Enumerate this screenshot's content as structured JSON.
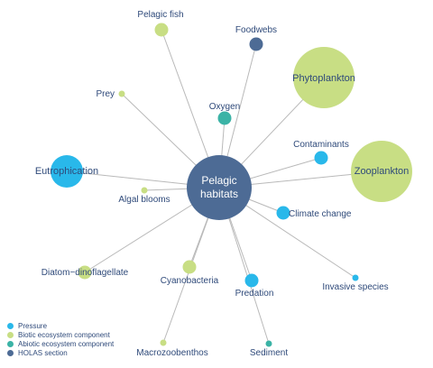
{
  "categories": {
    "pressure": {
      "label": "Pressure",
      "color": "#29b8ea"
    },
    "biotic": {
      "label": "Biotic ecosystem component",
      "color": "#c8de84"
    },
    "abiotic": {
      "label": "Abiotic ecosystem component",
      "color": "#3bb3a6"
    },
    "holas": {
      "label": "HOLAS section",
      "color": "#4d6b95"
    }
  },
  "center": {
    "line1": "Pelagic",
    "line2": "habitats",
    "category": "holas"
  },
  "nodes": [
    {
      "id": "pelagic-fish",
      "label": "Pelagic fish",
      "category": "biotic",
      "size": "small"
    },
    {
      "id": "foodwebs",
      "label": "Foodwebs",
      "category": "holas",
      "size": "small"
    },
    {
      "id": "phytoplankton",
      "label": "Phytoplankton",
      "category": "biotic",
      "size": "xlarge"
    },
    {
      "id": "prey",
      "label": "Prey",
      "category": "biotic",
      "size": "tiny"
    },
    {
      "id": "oxygen",
      "label": "Oxygen",
      "category": "abiotic",
      "size": "small"
    },
    {
      "id": "contaminants",
      "label": "Contaminants",
      "category": "pressure",
      "size": "small"
    },
    {
      "id": "eutrophication",
      "label": "Eutrophication",
      "category": "pressure",
      "size": "large"
    },
    {
      "id": "zooplankton",
      "label": "Zooplankton",
      "category": "biotic",
      "size": "xlarge"
    },
    {
      "id": "algal-blooms",
      "label": "Algal blooms",
      "category": "biotic",
      "size": "tiny"
    },
    {
      "id": "climate-change",
      "label": "Climate change",
      "category": "pressure",
      "size": "small"
    },
    {
      "id": "diatom-dinoflagellate",
      "label": "Diatom−dinoflagellate",
      "category": "biotic",
      "size": "small"
    },
    {
      "id": "cyanobacteria",
      "label": "Cyanobacteria",
      "category": "biotic",
      "size": "small"
    },
    {
      "id": "predation",
      "label": "Predation",
      "category": "pressure",
      "size": "small"
    },
    {
      "id": "invasive-species",
      "label": "Invasive species",
      "category": "pressure",
      "size": "tiny"
    },
    {
      "id": "macrozoobenthos",
      "label": "Macrozoobenthos",
      "category": "biotic",
      "size": "tiny"
    },
    {
      "id": "sediment",
      "label": "Sediment",
      "category": "abiotic",
      "size": "tiny"
    }
  ],
  "legend": [
    "pressure",
    "biotic",
    "abiotic",
    "holas"
  ]
}
